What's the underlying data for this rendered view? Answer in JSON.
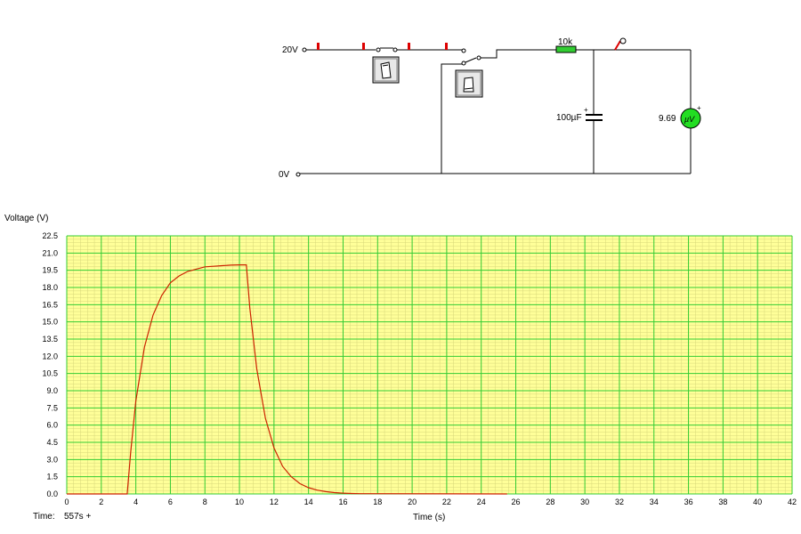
{
  "circuit": {
    "supply_label": "20V",
    "ground_label": "0V",
    "resistor_label": "10k",
    "capacitor_label": "100µF",
    "capacitor_polarity": "+",
    "meter_reading": "9.69",
    "meter_unit": "µV",
    "meter_polarity": "+",
    "colors": {
      "resistor": "#32cd32",
      "meter": "#22dd22",
      "marker": "#dd0000",
      "grid_background": "#ffff99",
      "grid_major": "#33cc33",
      "grid_minor": "#d7d77a",
      "trace": "#cc2200"
    }
  },
  "readout": {
    "time_label": "Time:",
    "time_value": "557s +"
  },
  "chart_data": {
    "type": "line",
    "ylabel": "Voltage (V)",
    "xlabel": "Time (s)",
    "xlim": [
      0,
      42
    ],
    "ylim": [
      0,
      22.5
    ],
    "x_ticks": [
      0,
      2,
      4,
      6,
      8,
      10,
      12,
      14,
      16,
      18,
      20,
      22,
      24,
      26,
      28,
      30,
      32,
      34,
      36,
      38,
      40,
      42
    ],
    "y_ticks": [
      "0.0",
      "1.5",
      "3.0",
      "4.5",
      "6.0",
      "7.5",
      "9.0",
      "10.5",
      "12.0",
      "13.5",
      "15.0",
      "16.5",
      "18.0",
      "19.5",
      "21.0",
      "22.5"
    ],
    "grid": true,
    "series": [
      {
        "x": [
          0,
          3.5,
          3.7,
          4.0,
          4.5,
          5.0,
          5.5,
          6.0,
          6.5,
          7.0,
          7.5,
          8.0,
          8.5,
          9.0,
          9.5,
          10.0,
          10.4,
          10.6,
          11.0,
          11.5,
          12.0,
          12.5,
          13.0,
          13.5,
          14.0,
          14.5,
          15.0,
          15.5,
          16.0,
          16.5,
          17.0,
          25.5
        ],
        "y": [
          0,
          0,
          3.6,
          8.1,
          12.8,
          15.6,
          17.3,
          18.4,
          19.0,
          19.4,
          19.6,
          19.8,
          19.85,
          19.9,
          19.95,
          19.97,
          19.97,
          16.2,
          10.9,
          6.6,
          4.0,
          2.4,
          1.5,
          0.9,
          0.54,
          0.33,
          0.2,
          0.12,
          0.07,
          0.04,
          0.02,
          0
        ]
      }
    ]
  }
}
